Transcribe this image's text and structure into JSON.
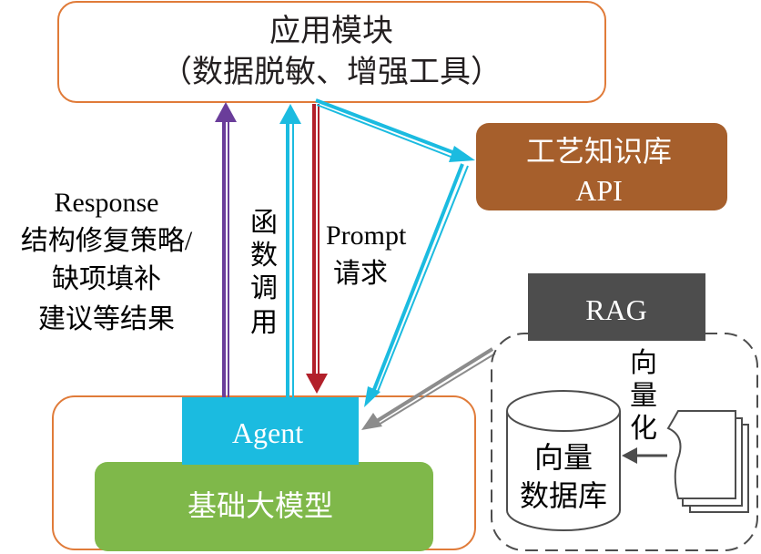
{
  "app_module": {
    "title": "应用模块",
    "subtitle": "（数据脱敏、增强工具）"
  },
  "knowledge_api": {
    "line1": "工艺知识库",
    "line2": "API"
  },
  "response_label": {
    "line1": "Response",
    "line2": "结构修复策略/",
    "line3": "缺项填补",
    "line4": "建议等结果"
  },
  "function_call_label": [
    "函",
    "数",
    "调",
    "用"
  ],
  "prompt_label": {
    "line1": "Prompt",
    "line2": "请求"
  },
  "rag": {
    "title": "RAG",
    "vectorize_label": [
      "向",
      "量",
      "化"
    ],
    "vector_db": {
      "line1": "向量",
      "line2": "数据库"
    }
  },
  "agent": {
    "label": "Agent"
  },
  "foundation_model": {
    "label": "基础大模型"
  },
  "colors": {
    "orange_border": "#e07b39",
    "brown_box": "#a65f2c",
    "cyan": "#1bbbe0",
    "purple": "#6a3d9a",
    "red": "#b2202a",
    "gray_arrow": "#8c8c8c",
    "rag_dark": "#4d4d4d",
    "green": "#7fb84a"
  }
}
